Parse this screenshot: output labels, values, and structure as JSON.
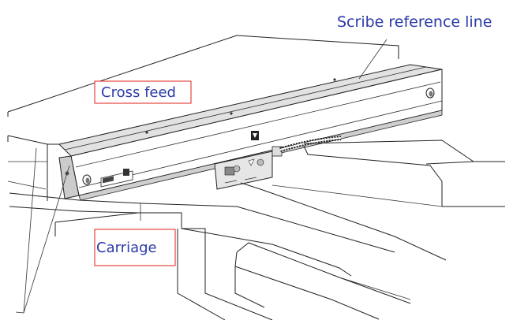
{
  "labels": {
    "scribe_reference_line": "Scribe reference line",
    "cross_feed": "Cross feed",
    "carriage": "Carriage"
  },
  "colors": {
    "label_text": "#2b3aa8",
    "label_box": "#e0201a",
    "line_art": "#222222",
    "scale_grey": "#d9d9d9"
  }
}
